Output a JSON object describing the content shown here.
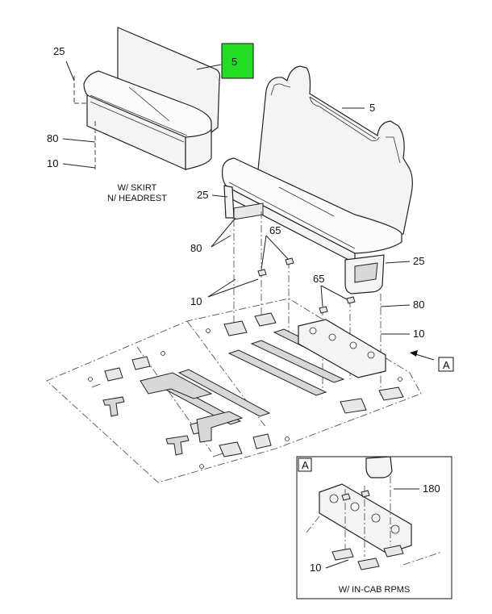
{
  "callouts": {
    "top_seat_25": "25",
    "top_seat_5_highlight": "5",
    "top_seat_80": "80",
    "top_seat_10": "10",
    "bench_5": "5",
    "bench_25_left": "25",
    "bench_80_left": "80",
    "bench_65_left": "65",
    "bench_10_left": "10",
    "bench_65_right": "65",
    "bench_25_right": "25",
    "bench_80_right": "80",
    "bench_10_right": "10",
    "view_ref": "A",
    "inset_label": "A",
    "inset_180": "180",
    "inset_10": "10"
  },
  "captions": {
    "top_seat_line1": "W/ SKIRT",
    "top_seat_line2": "N/ HEADREST",
    "inset": "W/ IN-CAB RPMS"
  },
  "colors": {
    "highlight": "#22dd22"
  }
}
